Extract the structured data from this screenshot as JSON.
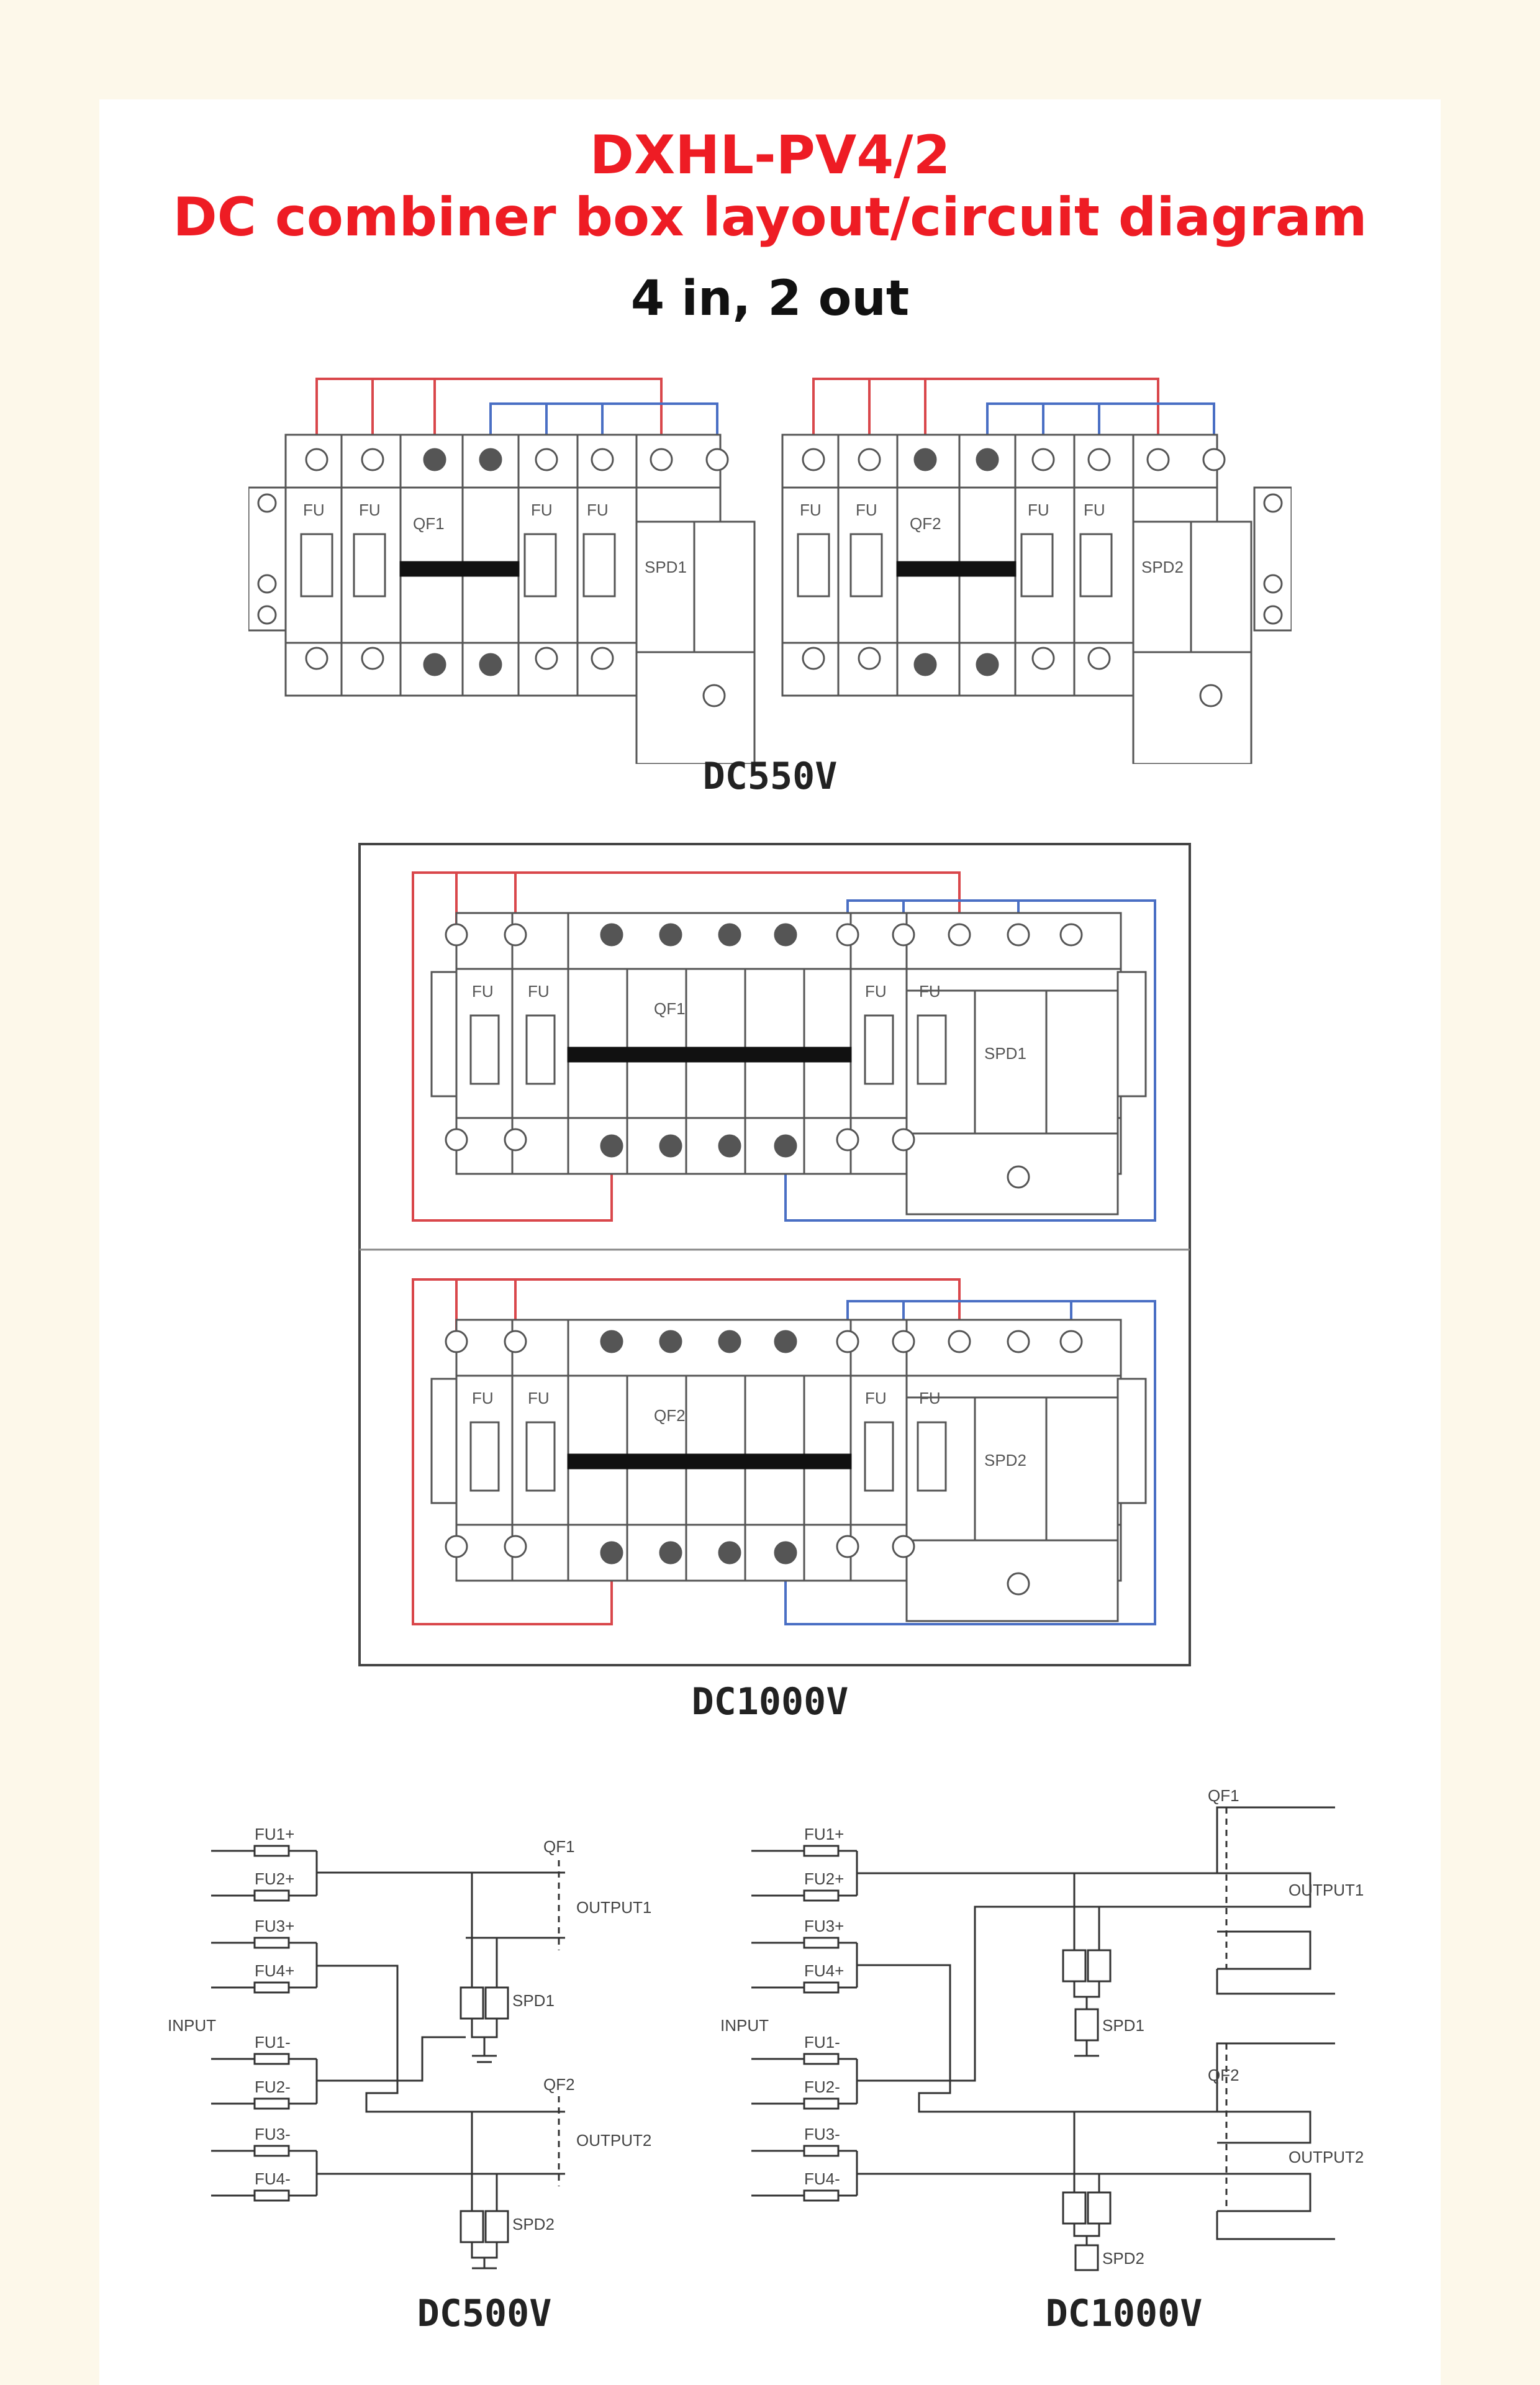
{
  "header": {
    "model": "DXHL-PV4/2",
    "subtitle": "DC combiner box layout/circuit diagram",
    "io": "4 in, 2 out"
  },
  "layouts": {
    "dc550": {
      "caption": "DC550V",
      "left": {
        "fuse": "FU",
        "breaker": "QF1",
        "spd": "SPD1"
      },
      "right": {
        "fuse": "FU",
        "breaker": "QF2",
        "spd": "SPD2"
      }
    },
    "dc1000": {
      "caption": "DC1000V",
      "top": {
        "fuse": "FU",
        "breaker": "QF1",
        "spd": "SPD1"
      },
      "bottom": {
        "fuse": "FU",
        "breaker": "QF2",
        "spd": "SPD2"
      }
    }
  },
  "circuits": {
    "dc500": {
      "caption": "DC500V",
      "input": "INPUT",
      "fuses": [
        "FU1+",
        "FU2+",
        "FU3+",
        "FU4+",
        "FU1-",
        "FU2-",
        "FU3-",
        "FU4-"
      ],
      "qf1": "QF1",
      "qf2": "QF2",
      "out1": "OUTPUT1",
      "out2": "OUTPUT2",
      "spd1": "SPD1",
      "spd2": "SPD2"
    },
    "dc1000": {
      "caption": "DC1000V",
      "input": "INPUT",
      "fuses": [
        "FU1+",
        "FU2+",
        "FU3+",
        "FU4+",
        "FU1-",
        "FU2-",
        "FU3-",
        "FU4-"
      ],
      "qf1": "QF1",
      "qf2": "QF2",
      "out1": "OUTPUT1",
      "out2": "OUTPUT2",
      "spd1": "SPD1",
      "spd2": "SPD2"
    }
  },
  "colors": {
    "positive_wire": "#d9474b",
    "negative_wire": "#4a6fc4",
    "title": "#ee1c24"
  }
}
